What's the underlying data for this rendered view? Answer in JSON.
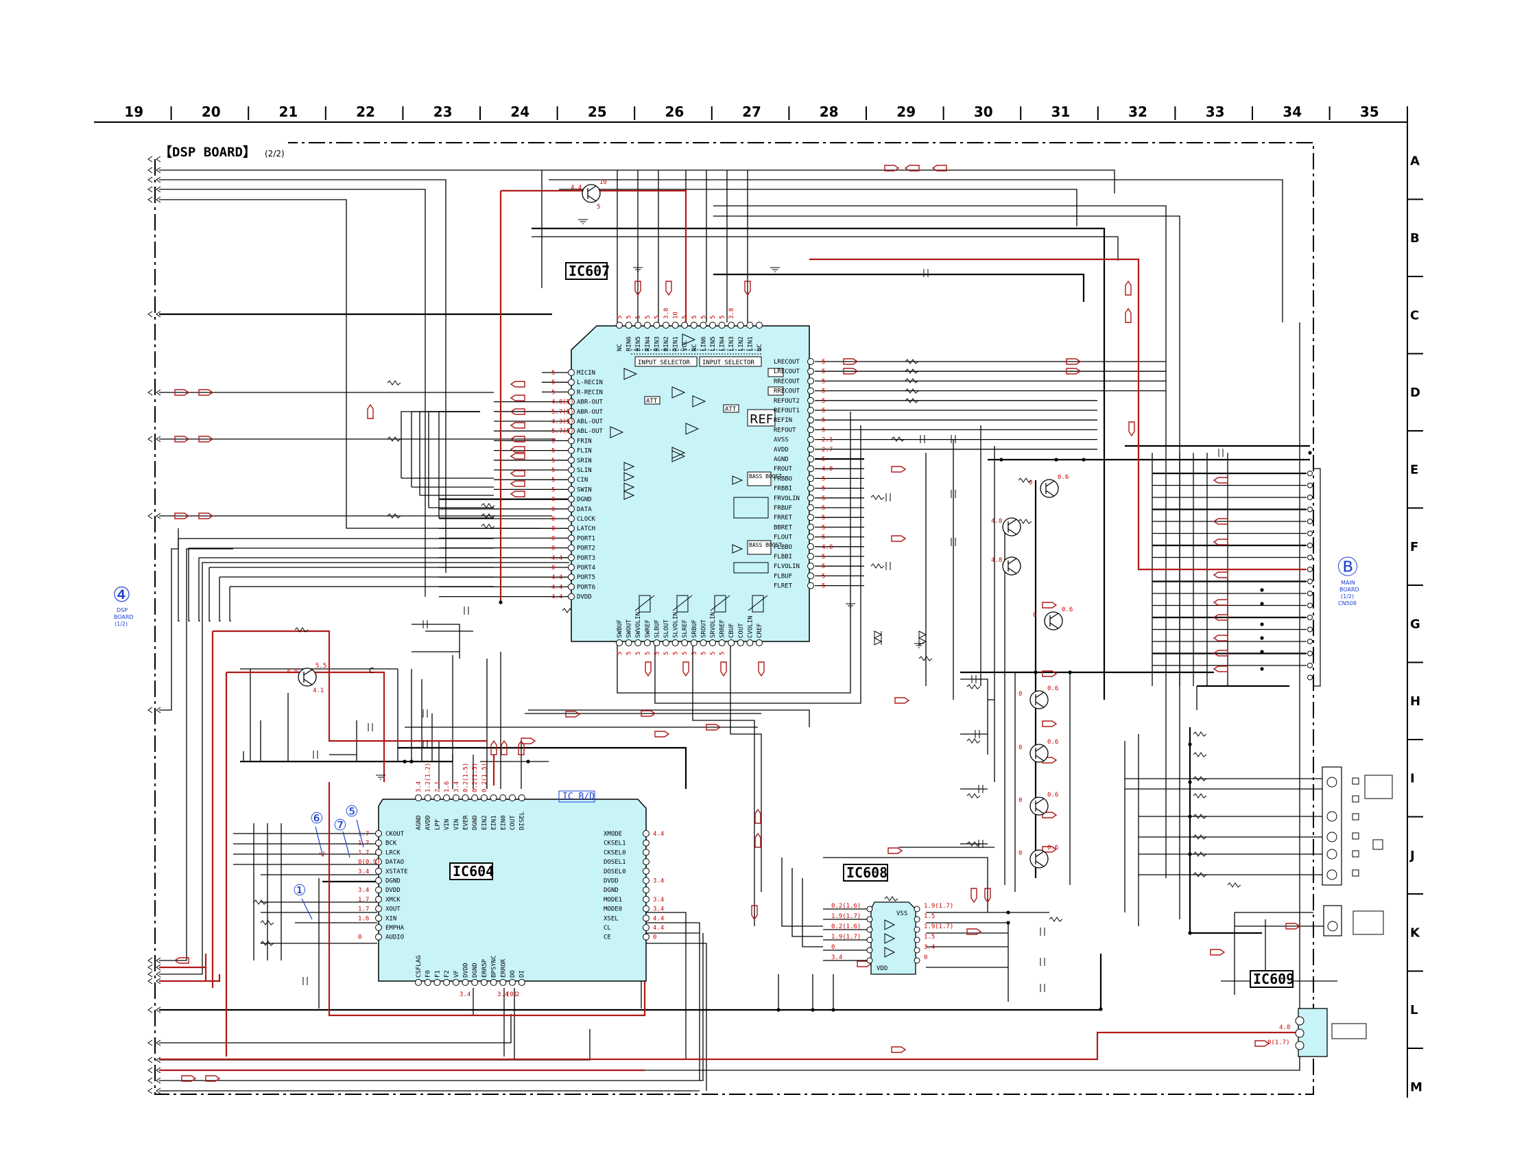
{
  "board": {
    "title": "【DSP BOARD】",
    "subtitle": "(2/2)"
  },
  "columns": [
    "19",
    "20",
    "21",
    "22",
    "23",
    "24",
    "25",
    "26",
    "27",
    "28",
    "29",
    "30",
    "31",
    "32",
    "33",
    "34",
    "35"
  ],
  "rows": [
    "A",
    "B",
    "C",
    "D",
    "E",
    "F",
    "G",
    "H",
    "I",
    "J",
    "K",
    "L",
    "M"
  ],
  "ics": {
    "ic607": "IC607",
    "ic604": "IC604",
    "ic608": "IC608",
    "ic609": "IC609",
    "ic_bd": "IC B/D"
  },
  "blocks": {
    "input_selector_1": "INPUT SELECTOR",
    "input_selector_2": "INPUT SELECTOR",
    "att_a": "ATT",
    "att_b": "ATT",
    "ref": "REF",
    "bass_boost_1": "BASS BOOST",
    "bass_boost_2": "BASS BOOST"
  },
  "ic607_pins_left": [
    "MICIN",
    "L-RECIN",
    "R-RECIN",
    "ABR-OUT",
    "ABR-OUT",
    "ABL-OUT",
    "ABL-OUT",
    "FRIN",
    "FLIN",
    "SRIN",
    "SLIN",
    "CIN",
    "SWIN",
    "DGND",
    "DATA",
    "CLOCK",
    "LATCH",
    "PORT1",
    "PORT2",
    "PORT3",
    "PORT4",
    "PORT5",
    "PORT6",
    "DVDD"
  ],
  "ic607_volts_left": [
    "5",
    "5",
    "5",
    "4.8(5)",
    "5.7(5)",
    "4.3(5)",
    "5.7(5)",
    "5",
    "5",
    "5",
    "5",
    "5",
    "5",
    "0",
    "0",
    "0",
    "0",
    "0",
    "0",
    "4.4",
    "0",
    "4.4",
    "4.4",
    "4.4"
  ],
  "ic607_pins_right": [
    "LRECOUT",
    "LRECOUT",
    "RRECOUT",
    "RRECOUT",
    "REFOUT2",
    "REFOUT1",
    "REFIN",
    "REFOUT",
    "AVSS",
    "AVDD",
    "AGND",
    "FROUT",
    "FRBBO",
    "FRBBI",
    "FRVOLIN",
    "FRBUF",
    "FRRET",
    "BBRET",
    "FLOUT",
    "FLBBO",
    "FLBBI",
    "FLVOLIN",
    "FLBUF",
    "FLRET"
  ],
  "ic607_volts_right": [
    "5",
    "5",
    "5",
    "5",
    "5",
    "5",
    "5",
    "5",
    "2.1",
    "2.7",
    "5",
    "4.8",
    "5",
    "5",
    "5",
    "5",
    "5",
    "5",
    "5",
    "4.8",
    "5",
    "5",
    "5",
    "5"
  ],
  "ic607_pins_top": [
    "NC",
    "RIN6",
    "RIN5",
    "RIN4",
    "RIN3",
    "RIN2",
    "RIN1",
    "VCC",
    "NC",
    "LIN6",
    "LIN5",
    "LIN4",
    "LIN3",
    "LIN2",
    "LIN1",
    "NC"
  ],
  "ic607_volts_top": [
    "5",
    "5",
    "5",
    "5",
    "5",
    "3.8",
    "10",
    "5",
    "5",
    "5",
    "5",
    "5",
    "3.8"
  ],
  "ic607_pins_bottom": [
    "SWBUF",
    "SWOUT",
    "SWVOLIN",
    "SWREF",
    "SLBUF",
    "SLOUT",
    "SLVOLIN",
    "SLREF",
    "SRBUF",
    "SROUT",
    "SRVOLIN",
    "SRREF",
    "CBUF",
    "COUT",
    "CVOLIN",
    "CREF"
  ],
  "ic607_volts_bottom": [
    "5",
    "5",
    "5",
    "5",
    "5",
    "5",
    "5",
    "5",
    "5",
    "5",
    "5",
    "5"
  ],
  "ic604_pins_left": [
    "CKOUT",
    "BCK",
    "LRCK",
    "DATAO",
    "XSTATE",
    "DGND",
    "DVDD",
    "XMCK",
    "XOUT",
    "XIN",
    "EMPHA",
    "AUDIO"
  ],
  "ic604_volts_left": [
    "1.7",
    "1.7",
    "1.7",
    "0(0.9)",
    "3.4",
    "",
    "3.4",
    "1.7",
    "1.7",
    "1.6",
    "",
    "0"
  ],
  "ic604_pins_top": [
    "AGND",
    "AVDD",
    "LPF",
    "VIN",
    "VIN",
    "EVER",
    "DGND",
    "EIN2",
    "EIN1",
    "EIN0",
    "COUT",
    "DISEL"
  ],
  "ic604_volts_top": [
    "3.4",
    "1.2(1.2)",
    "2.1",
    "1.6",
    "3.4",
    "0.2(1.5)",
    "0.2(1.5)",
    "0.2(1.5)"
  ],
  "ic604_pins_right": [
    "XMODE",
    "CKSEL1",
    "CKSEL0",
    "DOSEL1",
    "DOSEL0",
    "DVDD",
    "DGND",
    "MODE1",
    "MODE0",
    "XSEL",
    "CL",
    "CE"
  ],
  "ic604_volts_right": [
    "4.4",
    "",
    "",
    "",
    "",
    "3.4",
    "",
    "3.4",
    "3.4",
    "4.4",
    "4.4",
    "0"
  ],
  "ic604_pins_bottom": [
    "CSFLAG",
    "F0",
    "F1",
    "F2",
    "VF",
    "DVDD",
    "DGND",
    "ERR5P",
    "BPSYNC",
    "ERROR",
    "DO",
    "DI"
  ],
  "ic604_volts_bottom": [
    "3.4",
    "3.4",
    "(0)",
    "2"
  ],
  "ic608_left_volts": [
    "0.2(1.6)",
    "1.9(1.7)",
    "0.2(1.6)",
    "1.9(1.7)",
    "0",
    "3.4"
  ],
  "ic608_right_volts": [
    "1.9(1.7)",
    "1.5",
    "1.9(1.7)",
    "1.5",
    "3.4",
    "0"
  ],
  "ic608_pins": {
    "vss": "VSS",
    "vdd": "VDD"
  },
  "ic609_volts": [
    "4.8",
    "0(1.7)"
  ],
  "transistors": [
    {
      "id": "q_top",
      "volts": [
        "4.4",
        "10",
        "5"
      ]
    },
    {
      "id": "q_reg",
      "volts": [
        "4.8",
        "5.5",
        "4.1"
      ]
    },
    {
      "id": "q_e1",
      "volts": [
        "0",
        "0.6"
      ]
    },
    {
      "id": "q_f1",
      "volts": [
        "4.8"
      ]
    },
    {
      "id": "q_f2",
      "volts": [
        "4.8"
      ]
    },
    {
      "id": "q_g1",
      "volts": [
        "0",
        "0.6"
      ]
    },
    {
      "id": "q_h1",
      "volts": [
        "0",
        "0.6"
      ]
    },
    {
      "id": "q_i1",
      "volts": [
        "0",
        "0.6"
      ]
    },
    {
      "id": "q_i2",
      "volts": [
        "0",
        "0.6"
      ]
    },
    {
      "id": "q_j1",
      "volts": [
        "0",
        "0.6"
      ]
    }
  ],
  "markers": {
    "dsp_board_ref": {
      "symbol": "④",
      "lines": [
        "DSP",
        "BOARD",
        "(1/2)"
      ]
    },
    "main_board_ref": {
      "symbol": "Ⓑ",
      "lines": [
        "MAIN",
        "BOARD",
        "(1/2)",
        "CN508"
      ]
    },
    "wave": [
      "①",
      "⑤",
      "⑥",
      "⑦"
    ]
  },
  "node_label_c": "C",
  "colors": {
    "wire": "#000000",
    "power_wire": "#b01818",
    "ic_fill": "#c8f4f8",
    "voltage": "#cc0000",
    "marker": "#1a3fd0"
  }
}
